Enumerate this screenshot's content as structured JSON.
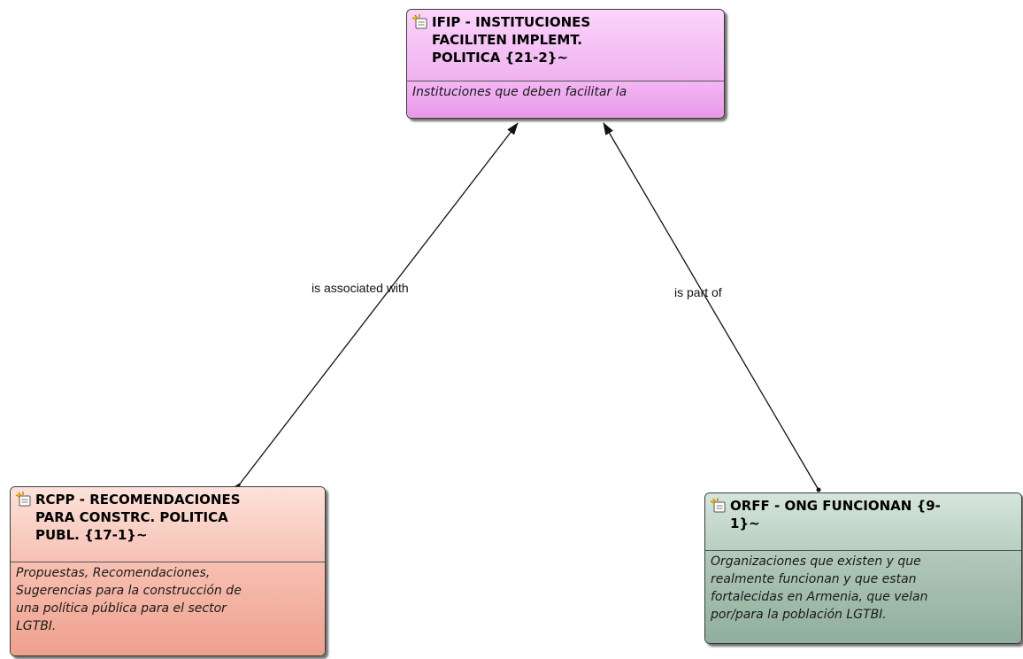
{
  "nodes": {
    "ifip": {
      "title": "IFIP - INSTITUCIONES\nFACILITEN IMPLEMT.\nPOLITICA {21-2}~",
      "comment": "Instituciones que deben facilitar la",
      "icon": "code-node-icon",
      "color": "#f3b8f3"
    },
    "rcpp": {
      "title": "RCPP - RECOMENDACIONES\nPARA CONSTRC. POLITICA\nPUBL. {17-1}~",
      "comment": "Propuestas, Recomendaciones,\nSugerencias para la construcción de\nuna política pública para el sector\nLGTBI.",
      "icon": "code-node-icon",
      "color": "#f6bfb1"
    },
    "orff": {
      "title": "ORFF - ONG FUNCIONAN {9-\n1}~",
      "comment": "Organizaciones que existen y que\nrealmente funcionan y que estan\nfortalecidas en Armenia, que velan\npor/para la población LGTBI.",
      "icon": "code-node-icon",
      "color": "#b3c9bb"
    }
  },
  "links": [
    {
      "from": "rcpp",
      "to": "ifip",
      "label": "is associated with",
      "type": "bidirectional"
    },
    {
      "from": "orff",
      "to": "ifip",
      "label": "is part of",
      "type": "directed"
    }
  ]
}
